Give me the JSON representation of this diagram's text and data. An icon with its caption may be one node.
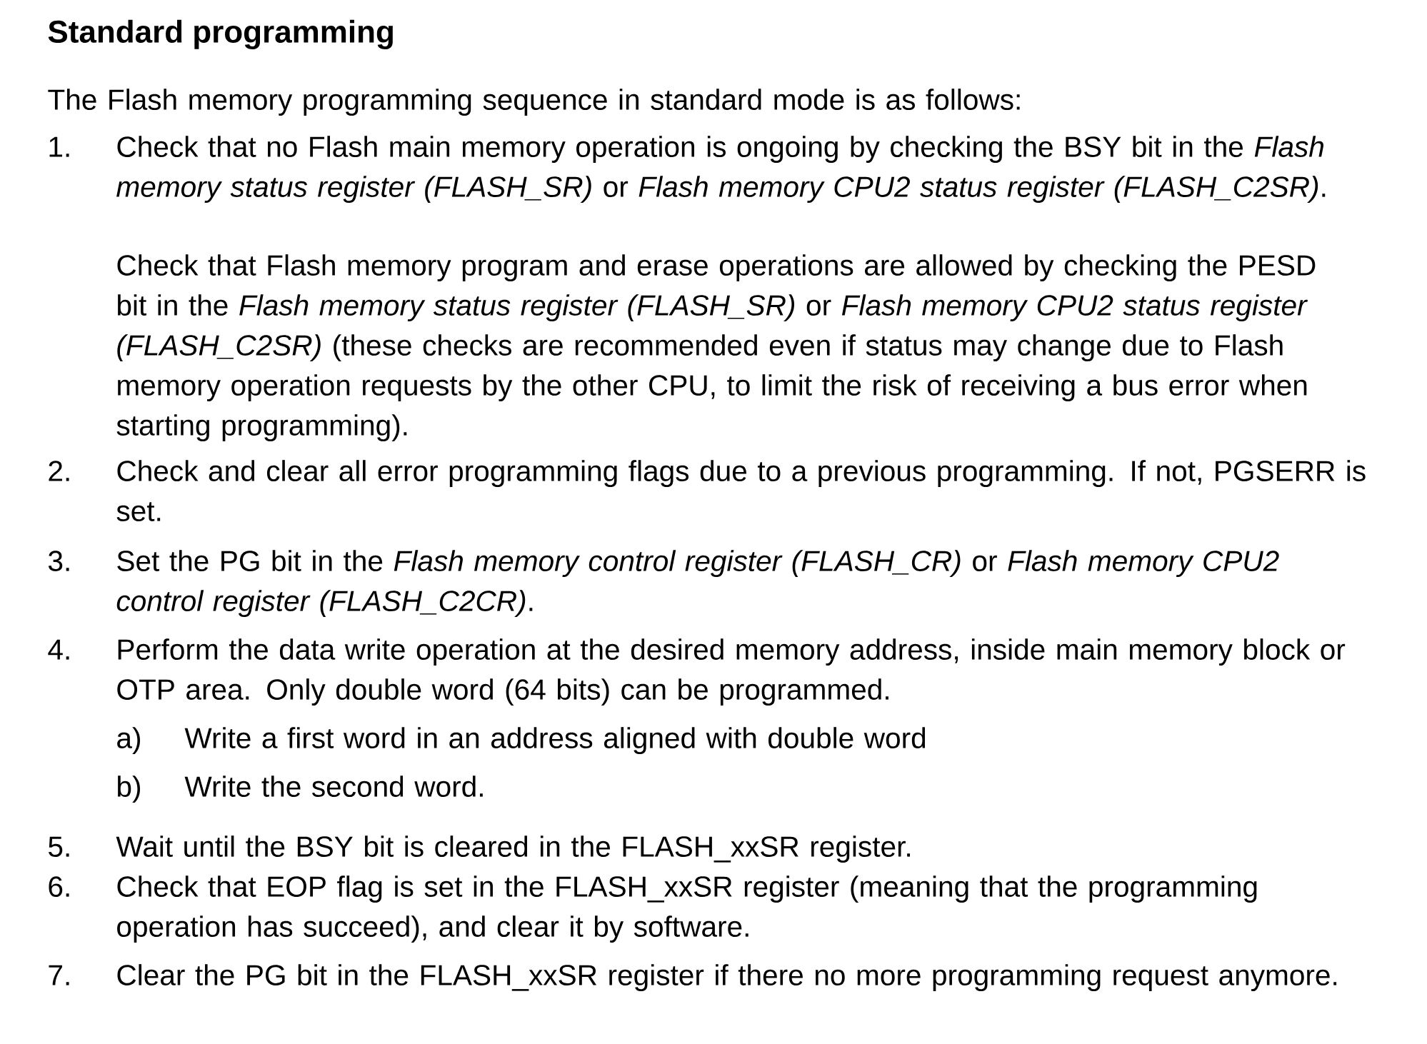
{
  "diagram": {
    "title": "Standard programming",
    "labels": [
      "The Flash memory programming sequence in standard mode is as follows:",
      "1.",
      "Check that no Flash main memory operation is ongoing by checking the BSY bit in the *Flash memory status register (FLASH_SR)* or *Flash memory CPU2 status register (FLASH_C2SR)*.",
      "Check that Flash memory program and erase operations are allowed by checking the PESD bit in the *Flash memory status register (FLASH_SR)* or *Flash memory CPU2 status register (FLASH_C2SR)* (these checks are recommended even if status may change due to Flash memory operation requests by the other CPU, to limit the risk of receiving a bus error when starting programming).",
      "2.",
      "Check and clear all error programming flags due to a previous programming. If not, PGSERR is set.",
      "3.",
      "Set the PG bit in the *Flash memory control register (FLASH_CR)* or *Flash memory CPU2 control register (FLASH_C2CR)*.",
      "4.",
      "Perform the data write operation at the desired memory address, inside main memory block or OTP area. Only double word (64 bits) can be programmed.",
      "a)",
      "Write a first word in an address aligned with double word",
      "b)",
      "Write the second word.",
      "5.",
      "Wait until the BSY bit is cleared in the FLASH_xxSR register.",
      "6.",
      "Check that EOP flag is set in the FLASH_xxSR register (meaning that the programming operation has succeed), and clear it by software.",
      "7.",
      "Clear the PG bit in the FLASH_xxSR register if there no more programming request anymore."
    ]
  }
}
